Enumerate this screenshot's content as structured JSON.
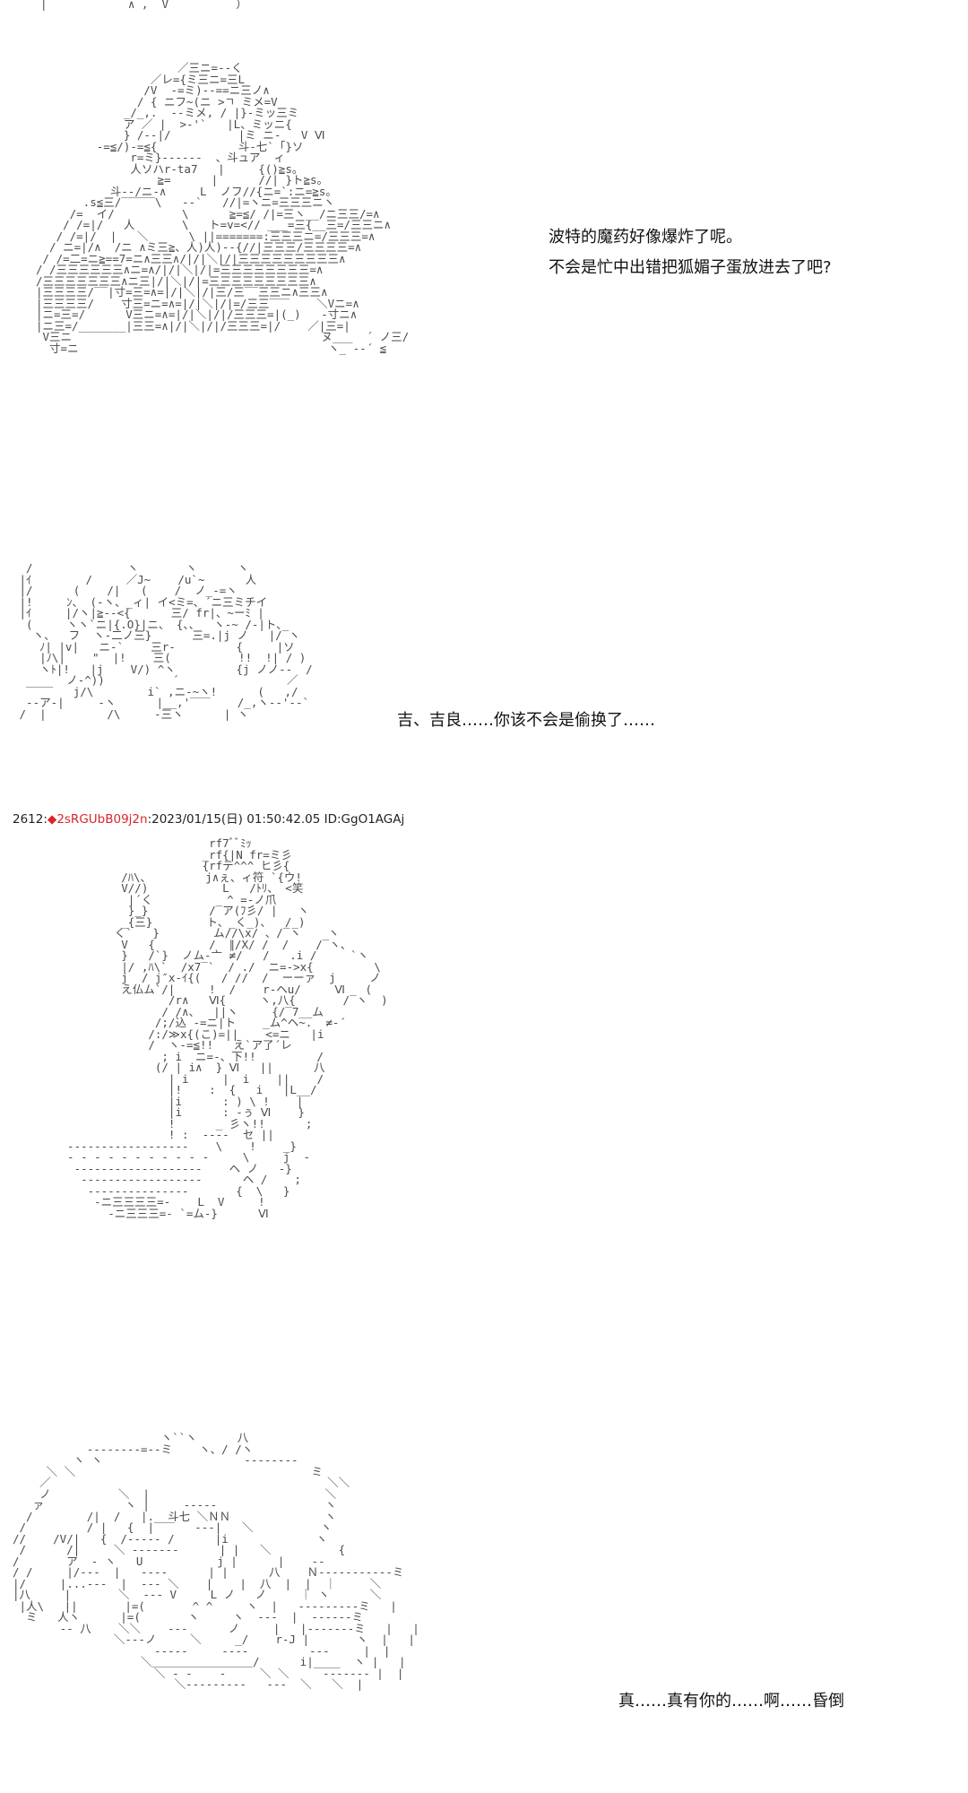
{
  "top_fragment": "‾‾|            ∧ ,  V          ）",
  "art_1": "                     ／三ニ=-‐く\n                 ／レ={ミ三ニ=三L\n                /V  -=ミ)--==ニ三ノ∧\n               / { ニフ~(ニ >ㄱ ミメ=V\n             _/_,.  --ミメ, / |}-ミッ三ミ\n             ア ／ |  >-'`   |L、ミッニ{\n             } /--|/          |ミ ニ-   V Ⅵ\n         -=≦/)-=≦{            斗-七`「}ソ\n              r=ミ}------  、斗ュア  ィ\n              人ソハr-ta7   |     {()≧s。\n                  ≧=      |      //| }ト≧s。\n           斗--/ニ-∧     L  ノフ//{ニ=`:ニ=≧s。\n       .s≦三/‾‾‾‾‾\\   ‐‐`   //|=ヽニ=三三三ニヽ\n     /=  イ/          \\      ≧=≦/ /|=三ヽ__/ニ三三/=∧\n    / /=|/   人       \\   ト=v=<// ___=三{__三=/三三ニ∧\n   / /=|/  |   ＼      \\ ||=======:三三三ニ=/三三三=∧\n  / ニ=|/∧  /ニ ∧ミ三≧、人)人)--{//|三三三/三三三三=∧\n / /=二=ニ≧==7=ニ∧三三∧/|/|＼|/|三三三三三三三三三∧\n/ /三三三三三三∧ニ=∧/|/|＼|/|=三三三三三三三三=∧\n/三三三三三三三∧ニ三|/|＼|/|=三三三三三三三三三∧\n|三三三三/‾‾|寸=三=∧=|/|＼|/|三/三‾‾三三ニ∧三三∧\n|三三三三/    寸三=ニ=∧=|/|＼|/|=/三三‾‾‾    ＼Vニ=∧\n|ニ=三=/      V三ニ=∧=|/|＼|/|/三三三=|(_)   ‐寸ニ∧\n|ニ三=/_______|三三=∧|/|＼|/|/三三三=|/    ／|三=|\n V三ニ                                     ヌ___  ´ ノ三/\n  寸=ニ                                     ヽ_ ‐‐´ ≦",
  "art_2": "  /              ヽ       ヽ      ヽ\n |ｲ        /     ／J~    /u`~      人\n |/      (    /|   (    /  ノ_-=ヽ\n |!     ﾝ、 (-ヽ、_ィ| イ<ミ=、´ニ三ミチイ\n |ｲ     |/ヽ|≧--<{      三/ fr|、~ーﾐ |\n  (     ヽヽ`ニ|{.O}|ニ、 {、、  ヽ-~ /-|ト、\n   ヽ、  フ  ヽ-二ノ三}      三=.|j ノ   |/‾ヽ\n    ﾉ| |v|   ニ-`    三r‐         {     |ソ\n    |ﾉ\\|    \"  |!    三(          !!  !| / )\n    ヽﾄ|!   |j    V/) ^ヽ         {j ノノ-‐  /\n        ノ‐^))          ´                ／\n  ‾‾‾‾   j/\\        i` ,ニ‐~ヽ!      (   ,/\n  ‐‐ア‐|     ‐ヽ      |__,'‾‾‾    /_,ヽ-‐'‐‐`\n /  |         /\\     ‐三ヽ      | ヽ",
  "post_header": {
    "number": "2612",
    "diamond": "◆",
    "trip": "2sRGUbB09j2n",
    "datetime": ":2023/01/15(日) 01:50:42.05 ID:GgO1AGAj"
  },
  "art_3": "                       rf7ﾞﾞﾐｯ\n                      _rf{|N fr=ミ彡\n                      {rfテ^^^ ヒ彡{\n          /ﾊ\\、        j∧ぇ、ィ符 `{ウ!\n          V//)           L   /ﾄﾘ、 <笑\n           |´く           ^ =-ノ爪\n           }_}         /‾ア(ﾌ彡/ |   ヽ\n          _{三}        ト、_く_)、  /_)\n         く`   }        ム//\\x/ 、/‾ヽ    ヽ\n          V   {        /  ∥/X/ /  /    /‾ヽ、\n          }   /`}  ノム‐亠 ≠/   /   .i /     `ヽ\n          |/ ,ﾊ\\`  /x7‾`  / ./  ニ=->x{         \\\n          j  / j″x-ｲ{(   / //  /  ーーァ  j     ノ\n          え仏ム`/|     !  /    r‐ヘu/     Ⅵ   (\n                 /r∧   Ⅵ{     ヽ,八{       /‾ヽ  )\n                / /∧、  ||ヽ     {/‾7__ム\n               /;/込 -=ニ|ト    _ム^ヘ~.  ≠‐´\n              /:/≫x{(こ)=||    <=ニ   |i\n              /  ヽ-=≦!!   え`ア了´レ\n                ; i  ニ=-、下!!         /\n               (/ | i∧  } Ⅵ   ||      八\n                 | i     |  i    ||    /\n                 |!    :  {   i   |L__/\n                 |i      : ) \\ !    |\n                 |i      : -ぅ Ⅵ    }\n                 !      _ 彡ヽ!!      ;\n                 ! :  ‐‐‐‐  セ ||\n  ‐‐‐‐‐‐‐‐‐‐‐‐‐‐‐‐‐‐    \\    !    _}\n  ‐ ‐ ‐ ‐ ‐ ‐ ‐ ‐ ‐ ‐ ‐     \\     j  ‐\n   ‐‐‐‐‐‐‐‐‐‐‐‐‐‐‐‐‐‐‐    ヘ ノ   ‐}\n    ‐‐‐‐‐‐‐‐‐‐‐‐‐‐‐‐‐‐      ヘ /    ;\n     ‐‐‐‐‐‐‐‐‐‐‐‐‐‐‐       {  \\   }\n      ‐ニ三三三三=‐    L  V     !\n        -ニ三三三=- `=ム-}      Ⅵ",
  "art_4": "                      ヽ``ヽ      八\n           ‐‐‐‐‐‐‐‐=‐‐ミ    ヽ、/ /ヽ\n         ヽ ヽ                     ‐‐‐‐‐‐‐‐\n     ＼ ＼                                   ミ\n    ／                                         ＼＼\n    ノ          ＼  |                          ＼\n   ァ            ヽ |     ‐‐‐‐‐                ヽ\n  /        /|  /   |.__斗七 ＼ＮＮ              ヽ\n /         / |   {  |‾‾‾   ‐‐‐|   ＼          ヽ\n//    /V/|   {  /‐‐‐‐‐ /      |i             ヽ\n /      /|     ＼ ‐‐‐‐‐‐‐      | |   ＼          {\n/       ア  ‐ ヽ   U           j |      |    ‐‐\n/ /     |/‐‐‐  |   ‐‐‐‐      | |      八    Ｎ‐‐‐‐‐‐‐‐‐‐‐ミ\n|/     |...‐‐‐  |  ‐‐‐ ＼    |    |  八  |  |  ｜     ＼\n|八     |       ＼  ‐‐‐ V     L ノ   ノ     ｜ ヽ      ＼\n |人\\   ||       |=(       ^ ^     ヽ  |   ‐‐‐‐‐‐‐‐‐ミ   |\n  ミ   人ヽ      |=(       ヽ     ヽ  ‐‐‐  |  ‐‐‐‐‐‐ミ\n       ‐‐ 八    ＼＼    ‐‐‐      ノ     |   |‐‐‐‐‐‐‐ミ   |   |\n               ＼‐‐‐ノ     ＼     _/    r-J |       ヽ  |   |\n                     ‐‐‐‐‐     ‐‐‐‐         ‐‐‐     |  |\n                   ＼＿＿＿＿＿＿＿＿＿/      i|____  ヽ |   |\n                     ＼ ‐ ‐    ‐     ＼ ＼     ‐‐‐‐‐‐‐ |  |\n                        ＼‐‐‐‐‐‐‐‐‐   ‐‐‐  ＼   ＼  |",
  "dialog_1": "波特的魔药好像爆炸了呢。\n不会是忙中出错把狐媚子蛋放进去了吧?",
  "dialog_2": "吉、吉良……你该不会是偷换了……",
  "dialog_3": "真……真有你的……啊……昏倒"
}
